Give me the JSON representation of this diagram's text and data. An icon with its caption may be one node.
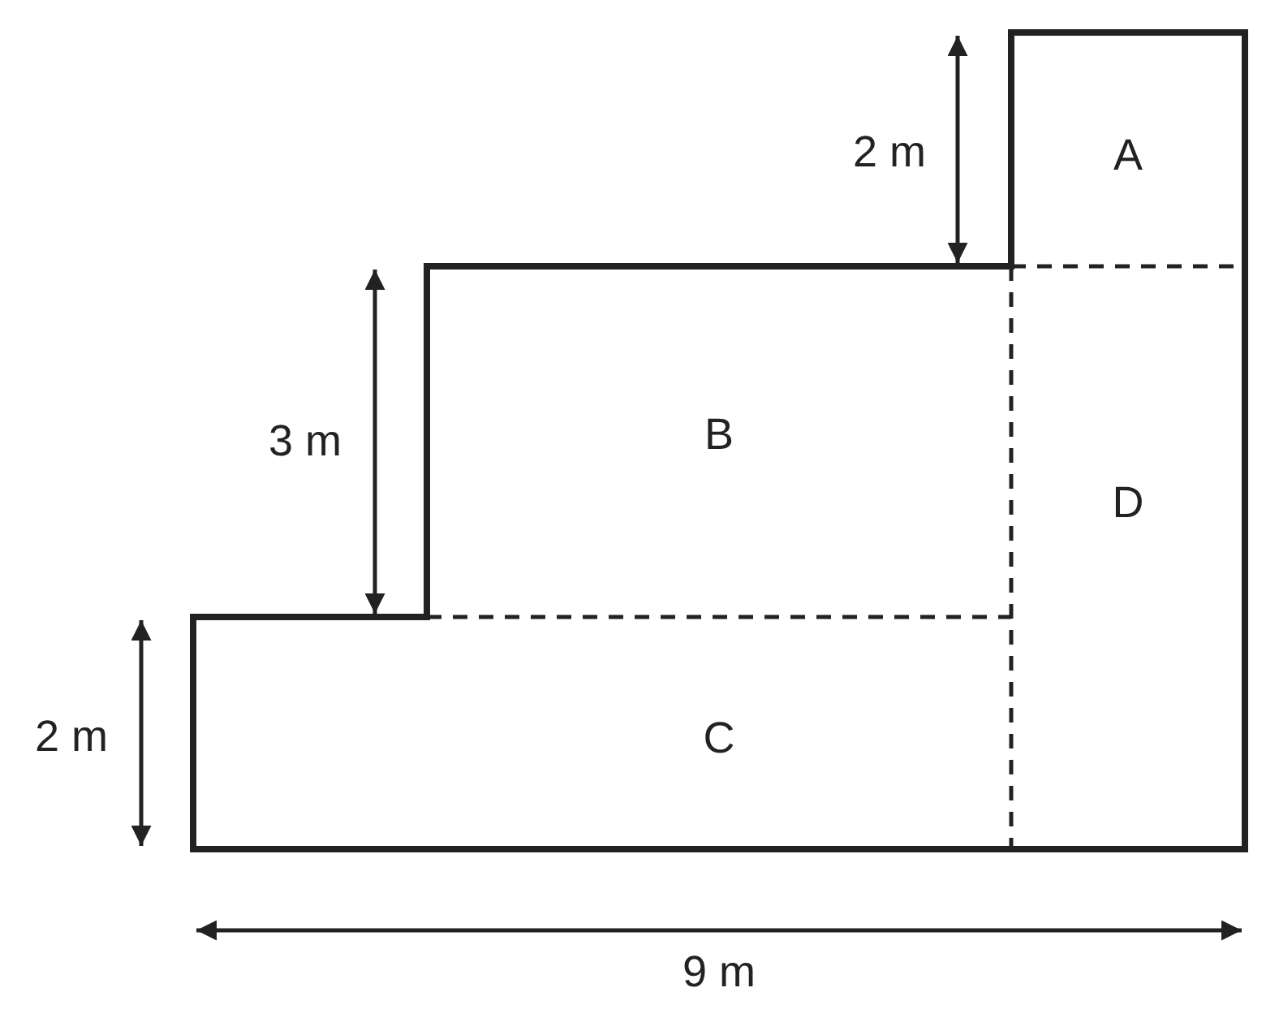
{
  "diagram": {
    "labels": [
      "2 m",
      "A",
      "3 m",
      "B",
      "D",
      "2 m",
      "C",
      "9 m"
    ]
  }
}
